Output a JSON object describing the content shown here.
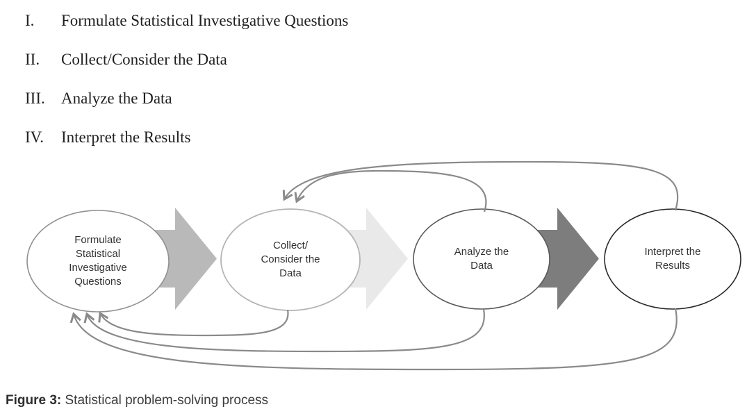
{
  "figure": {
    "list_items": [
      {
        "numeral": "I.",
        "label": "Formulate Statistical Investigative Questions"
      },
      {
        "numeral": "II.",
        "label": "Collect/Consider the Data"
      },
      {
        "numeral": "III.",
        "label": "Analyze the Data"
      },
      {
        "numeral": "IV.",
        "label": "Interpret the Results"
      }
    ],
    "nodes": [
      {
        "label": "Formulate\nStatistical\nInvestigative\nQuestions"
      },
      {
        "label": "Collect/\nConsider the\nData"
      },
      {
        "label": "Analyze the\nData"
      },
      {
        "label": "Interpret the\nResults"
      }
    ],
    "caption_prefix": "Figure 3:",
    "caption_text": " Statistical problem-solving process",
    "colors": {
      "arrow_1_fill": "#b9b9b9",
      "arrow_2_fill": "#e9e9e9",
      "arrow_3_fill": "#7d7d7d",
      "feedback_curve": "#8a8a8a",
      "node_1_stroke": "#909090",
      "node_2_stroke": "#b5b5b5",
      "node_3_stroke": "#5a5a5a",
      "node_4_stroke": "#2a2a2a"
    }
  }
}
